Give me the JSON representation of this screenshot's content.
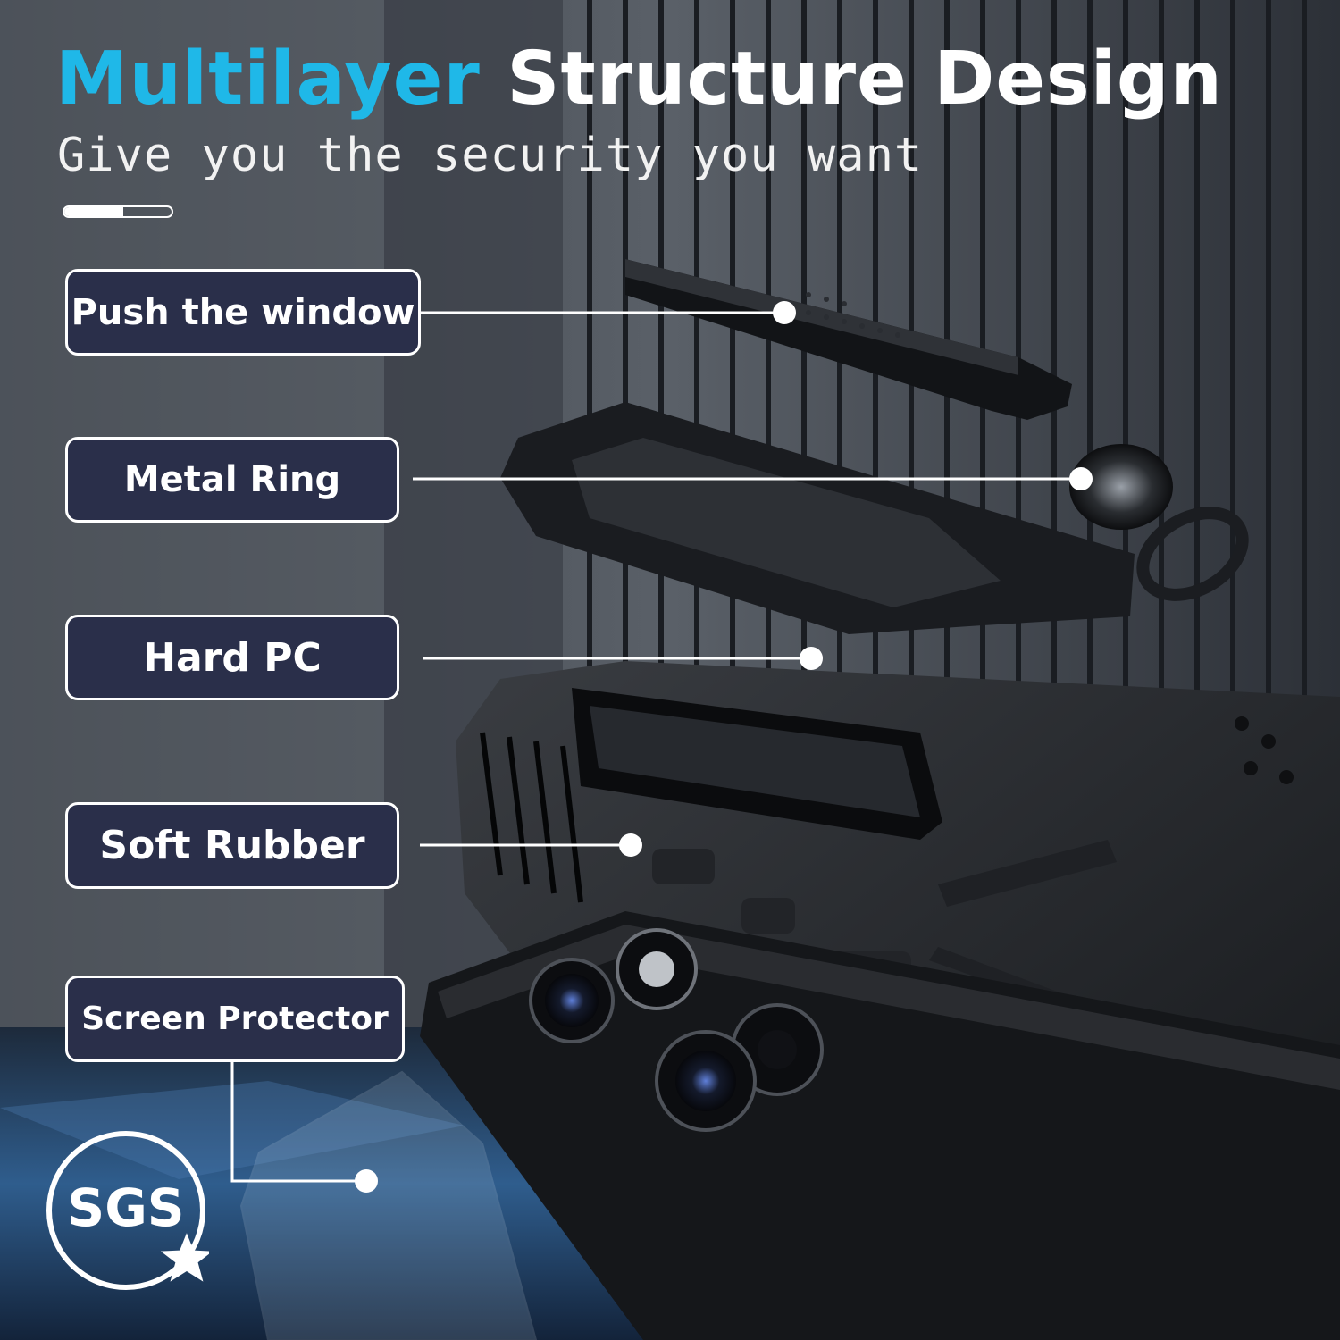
{
  "headline": {
    "accent": "Multilayer",
    "rest": "Structure Design"
  },
  "subheadline": "Give you the security you want",
  "progress": {
    "fraction": 0.55
  },
  "layers": [
    {
      "label": "Push the window"
    },
    {
      "label": "Metal Ring"
    },
    {
      "label": "Hard PC"
    },
    {
      "label": "Soft Rubber"
    },
    {
      "label": "Screen Protector"
    }
  ],
  "badge": {
    "text": "SGS",
    "icon": "star-icon"
  },
  "colors": {
    "accent": "#1fb8e8",
    "label_bg": "#2a2f4a",
    "line": "#ffffff"
  }
}
